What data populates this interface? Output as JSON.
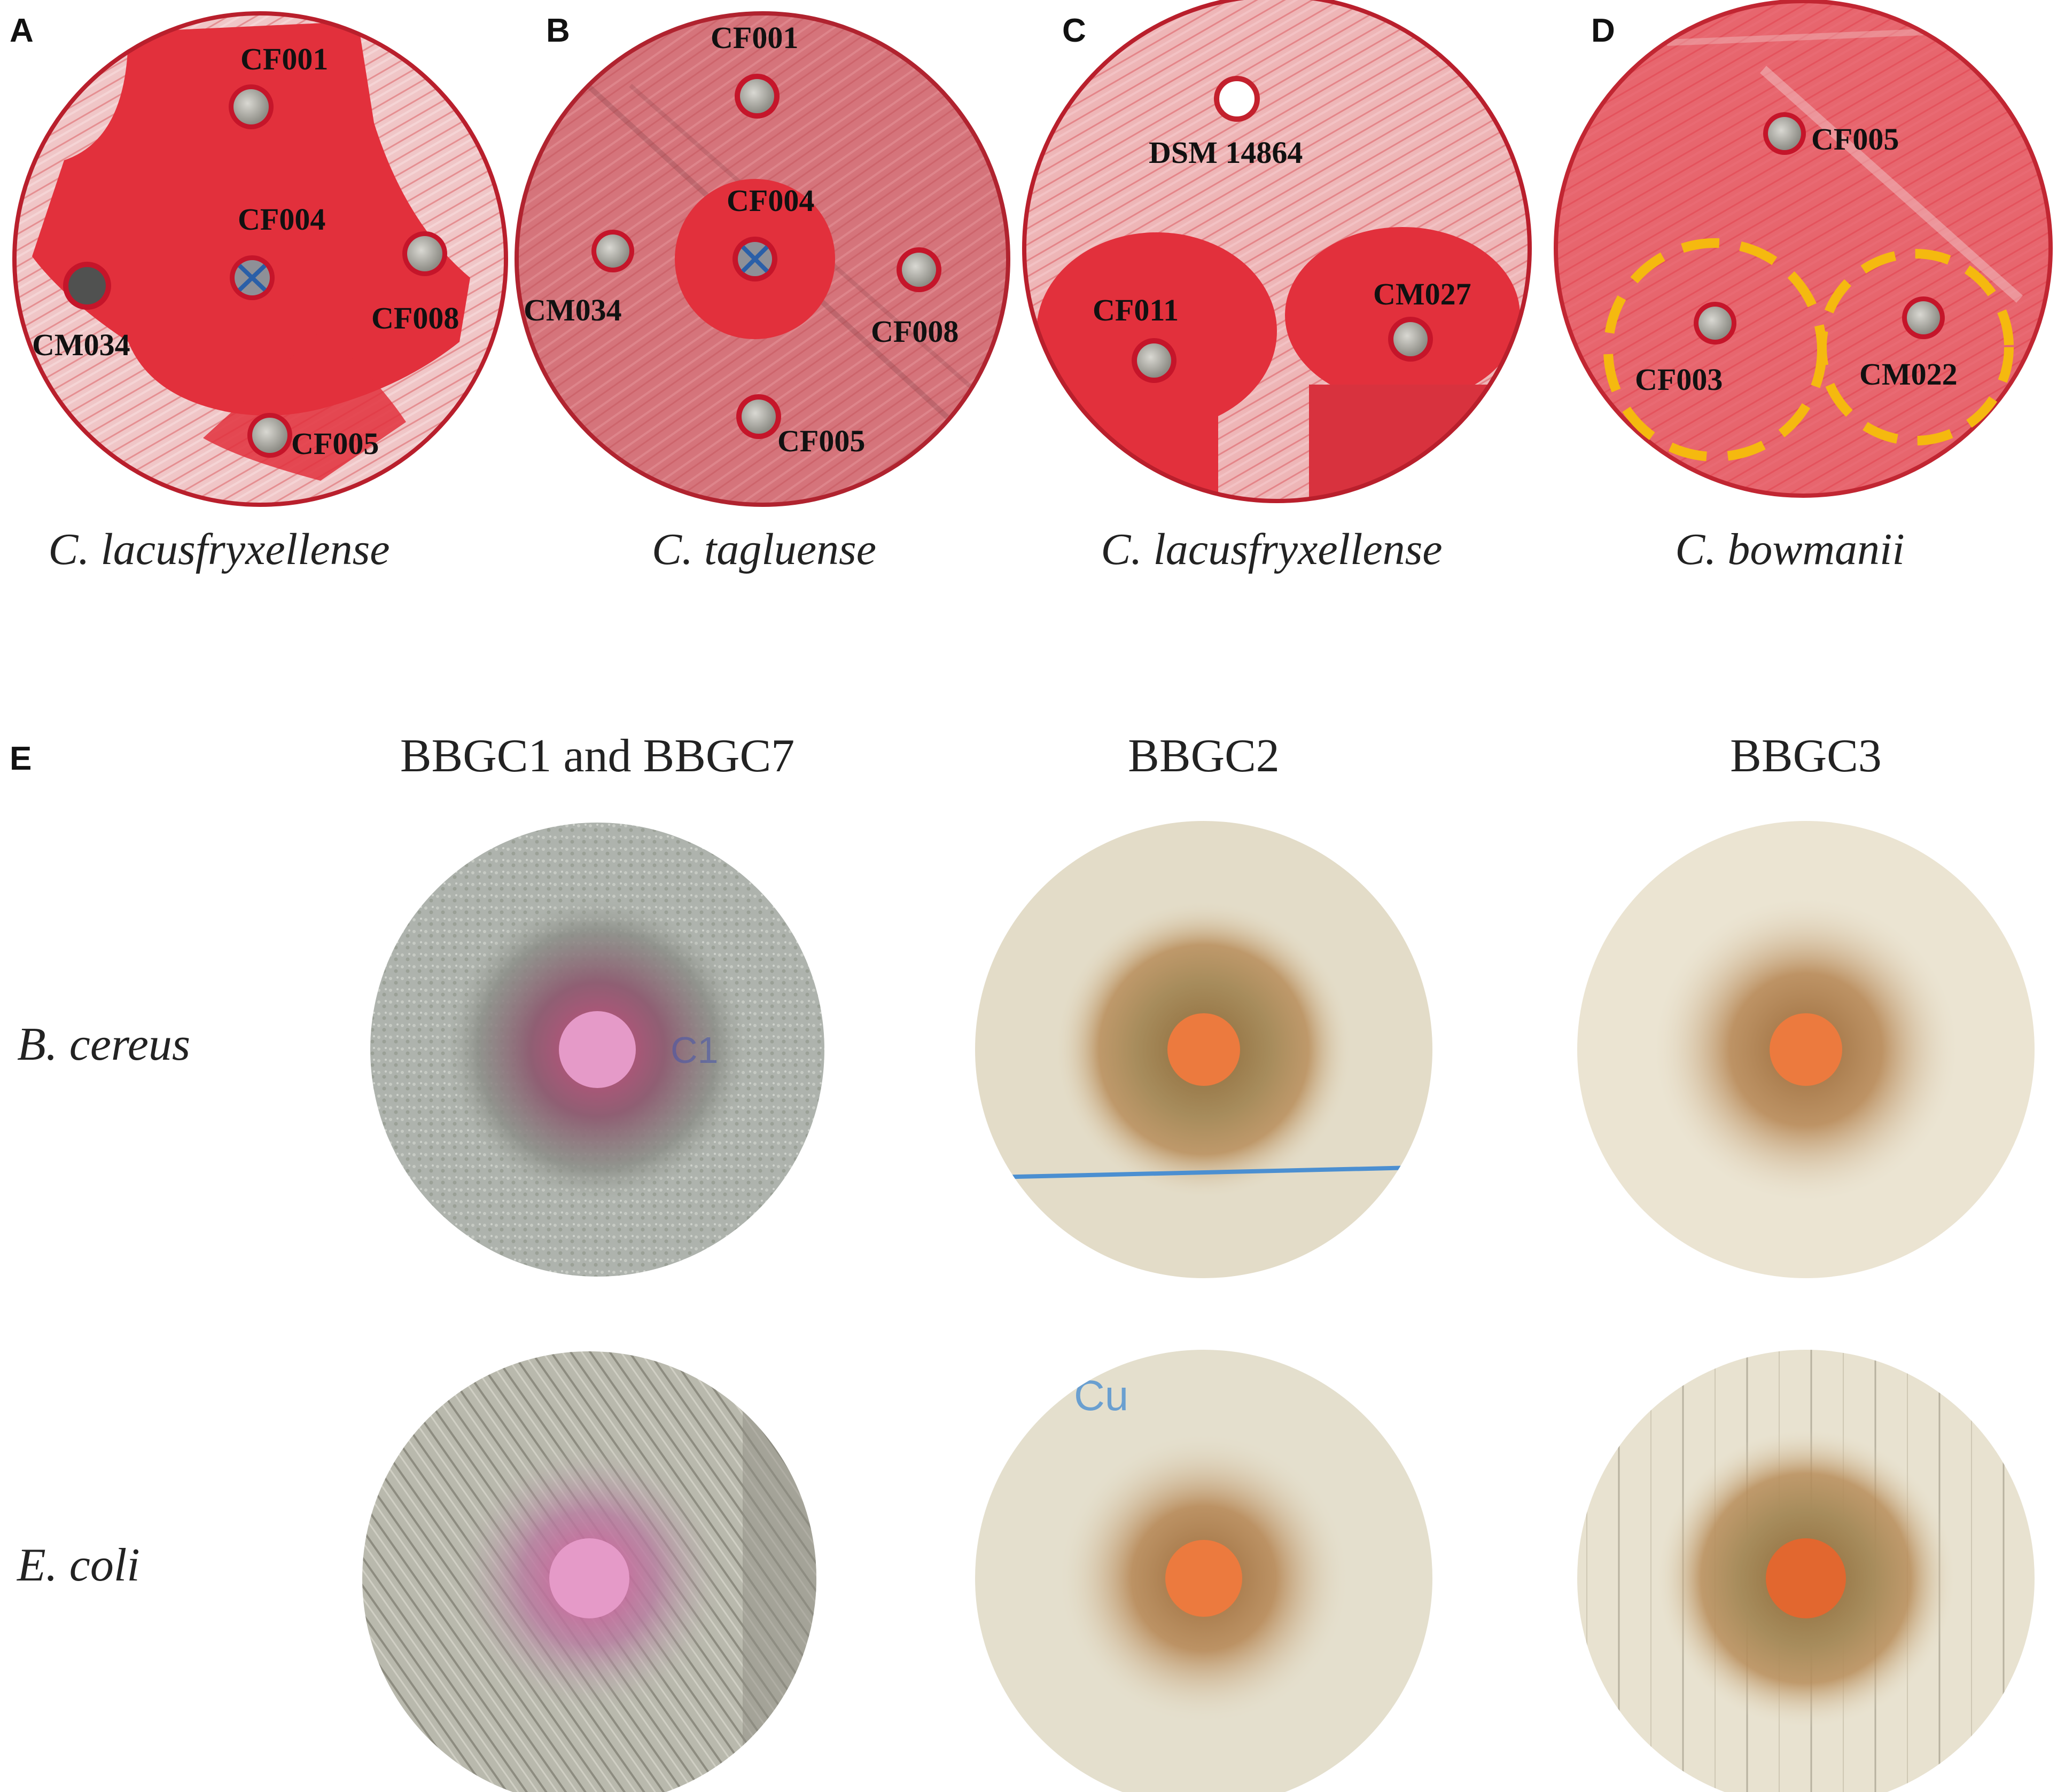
{
  "panels": {
    "A": {
      "letter": "A",
      "caption": "C. lacusfryxellense",
      "discs": [
        "CF001",
        "CF004",
        "CF008",
        "CM034",
        "CF005"
      ]
    },
    "B": {
      "letter": "B",
      "caption": "C. tagluense",
      "discs": [
        "CF001",
        "CF004",
        "CM034",
        "CF008",
        "CF005"
      ]
    },
    "C": {
      "letter": "C",
      "caption": "C. lacusfryxellense",
      "discs": [
        "DSM 14864",
        "CF011",
        "CM027"
      ]
    },
    "D": {
      "letter": "D",
      "caption": "C. bowmanii",
      "discs": [
        "CF005",
        "CF003",
        "CM022"
      ]
    },
    "E": {
      "letter": "E",
      "columns": [
        "BBGC1 and BBGC7",
        "BBGC2",
        "BBGC3"
      ],
      "rows": [
        "B. cereus",
        "E. coli"
      ]
    }
  },
  "colors": {
    "agar_red": "#e0303d",
    "lawn_white": "#f2d4d4",
    "marker_blue": "#2a5fa8",
    "highlight_yellow": "#f5b90f",
    "pink_disc": "#e59ac8",
    "orange_disc": "#ec7a3e"
  }
}
